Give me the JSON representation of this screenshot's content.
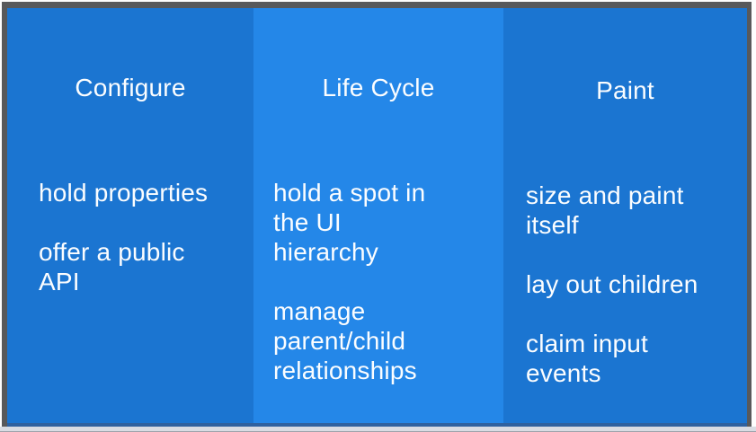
{
  "slide": {
    "columns": [
      {
        "title": "Configure",
        "body": "hold properties\n\noffer a public\nAPI"
      },
      {
        "title": "Life Cycle",
        "body": "hold a spot in\nthe UI\nhierarchy\n\nmanage\nparent/child\nrelationships"
      },
      {
        "title": "Paint",
        "body": "size and paint\nitself\n\nlay out children\n\nclaim input\nevents"
      }
    ],
    "colors": {
      "column_dark": "#1b75d1",
      "column_light": "#2487e8",
      "frame_gray": "#58595b",
      "bottom_line": "#2f619f",
      "text": "#fbfdff"
    }
  }
}
